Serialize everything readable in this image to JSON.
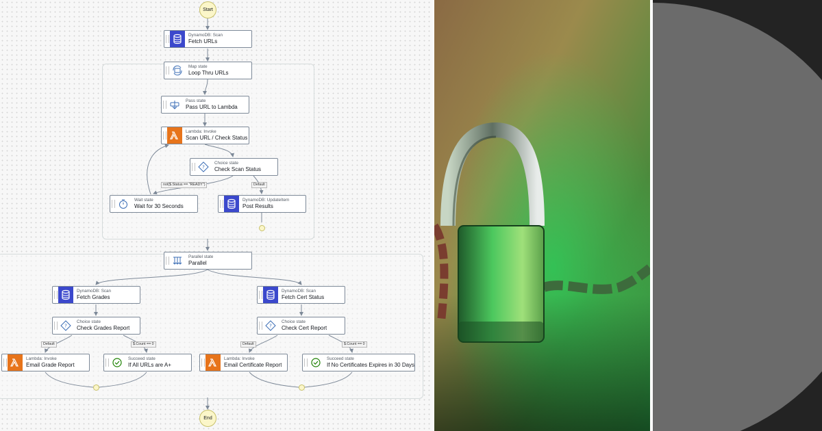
{
  "workflow": {
    "start_label": "Start",
    "end_label": "End",
    "nodes": {
      "fetch_urls": {
        "type": "DynamoDB: Scan",
        "name": "Fetch URLs",
        "icon": "dynamodb-icon"
      },
      "loop_urls": {
        "type": "Map state",
        "name": "Loop Thru URLs",
        "icon": "map-state-icon"
      },
      "pass_url": {
        "type": "Pass state",
        "name": "Pass URL to Lambda",
        "icon": "pass-state-icon"
      },
      "scan_url": {
        "type": "Lambda: Invoke",
        "name": "Scan URL / Check Status",
        "icon": "lambda-icon"
      },
      "check_scan": {
        "type": "Choice state",
        "name": "Check Scan Status",
        "icon": "choice-state-icon"
      },
      "wait_30": {
        "type": "Wait state",
        "name": "Wait for 30 Seconds",
        "icon": "stopwatch-icon"
      },
      "post_results": {
        "type": "DynamoDB: UpdateItem",
        "name": "Post Results",
        "icon": "dynamodb-icon"
      },
      "parallel": {
        "type": "Parallel state",
        "name": "Parallel",
        "icon": "parallel-state-icon"
      },
      "fetch_grades": {
        "type": "DynamoDB: Scan",
        "name": "Fetch Grades",
        "icon": "dynamodb-icon"
      },
      "fetch_cert": {
        "type": "DynamoDB: Scan",
        "name": "Fetch Cert Status",
        "icon": "dynamodb-icon"
      },
      "check_grades": {
        "type": "Choice state",
        "name": "Check Grades Report",
        "icon": "choice-state-icon"
      },
      "check_cert": {
        "type": "Choice state",
        "name": "Check Cert Report",
        "icon": "choice-state-icon"
      },
      "email_grade": {
        "type": "Lambda: Invoke",
        "name": "Email Grade Report",
        "icon": "lambda-icon"
      },
      "succeed_grades": {
        "type": "Succeed state",
        "name": "If All URLs are A+",
        "icon": "check-circle-icon"
      },
      "email_cert": {
        "type": "Lambda: Invoke",
        "name": "Email Certificate Report",
        "icon": "lambda-icon"
      },
      "succeed_cert": {
        "type": "Succeed state",
        "name": "If No Certificates Expires in 30 Days",
        "icon": "check-circle-icon"
      }
    },
    "edge_labels": {
      "not_ready": "not($.Status == \"READY\")",
      "default_scan": "Default",
      "default_grades": "Default",
      "count_grades": "$.Count == 0",
      "default_cert": "Default",
      "count_cert": "$.Count == 0"
    }
  },
  "photo": {
    "subject": "padlock-with-chain",
    "colors": {
      "base": "#9a7a4a",
      "green": "#1fc25a"
    }
  },
  "side_panel": {
    "colors": {
      "background": "#232323",
      "disc": "#6b6b6b"
    }
  },
  "colors": {
    "dynamodb": "#3b48cc",
    "lambda": "#e7741b",
    "start_end_fill": "#fbf6c9",
    "edge": "#7d8998"
  }
}
